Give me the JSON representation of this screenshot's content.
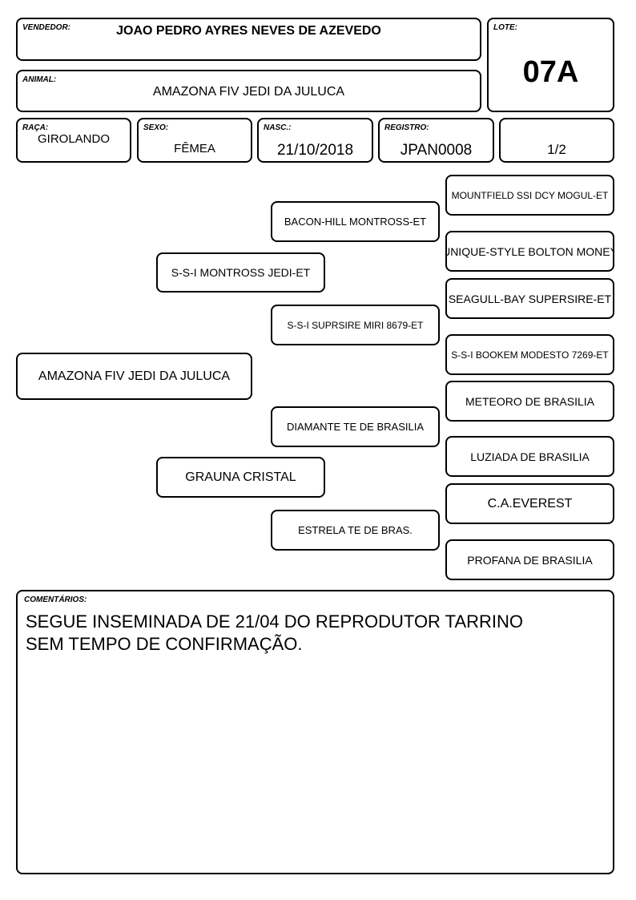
{
  "header": {
    "vendedor_label": "VENDEDOR:",
    "vendedor": "JOAO PEDRO AYRES NEVES DE AZEVEDO",
    "lote_label": "LOTE:",
    "lote": "07A",
    "animal_label": "ANIMAL:",
    "animal": "AMAZONA FIV JEDI DA JULUCA"
  },
  "info": {
    "raca_label": "RAÇA:",
    "raca": "GIROLANDO",
    "sexo_label": "SEXO:",
    "sexo": "FÊMEA",
    "nasc_label": "NASC.:",
    "nasc": "21/10/2018",
    "registro_label": "REGISTRO:",
    "registro": "JPAN0008",
    "pagina": "1/2"
  },
  "pedigree": {
    "animal": "AMAZONA FIV JEDI DA JULUCA",
    "sire": "S-S-I MONTROSS JEDI-ET",
    "dam": "GRAUNA CRISTAL",
    "sire_sire": "BACON-HILL MONTROSS-ET",
    "sire_dam": "S-S-I SUPRSIRE MIRI 8679-ET",
    "dam_sire": "DIAMANTE TE DE BRASILIA",
    "dam_dam": "ESTRELA TE DE BRAS.",
    "great_grandparents": [
      "MOUNTFIELD SSI DCY MOGUL-ET",
      "UNIQUE-STYLE BOLTON MONEY",
      "SEAGULL-BAY SUPERSIRE-ET",
      "S-S-I BOOKEM MODESTO 7269-ET",
      "METEORO DE BRASILIA",
      "LUZIADA DE BRASILIA",
      "C.A.EVEREST",
      "PROFANA DE BRASILIA"
    ]
  },
  "comments": {
    "label": "COMENTÁRIOS:",
    "text": "SEGUE INSEMINADA DE 21/04 DO REPRODUTOR TARRINO\nSEM TEMPO DE CONFIRMAÇÃO."
  }
}
